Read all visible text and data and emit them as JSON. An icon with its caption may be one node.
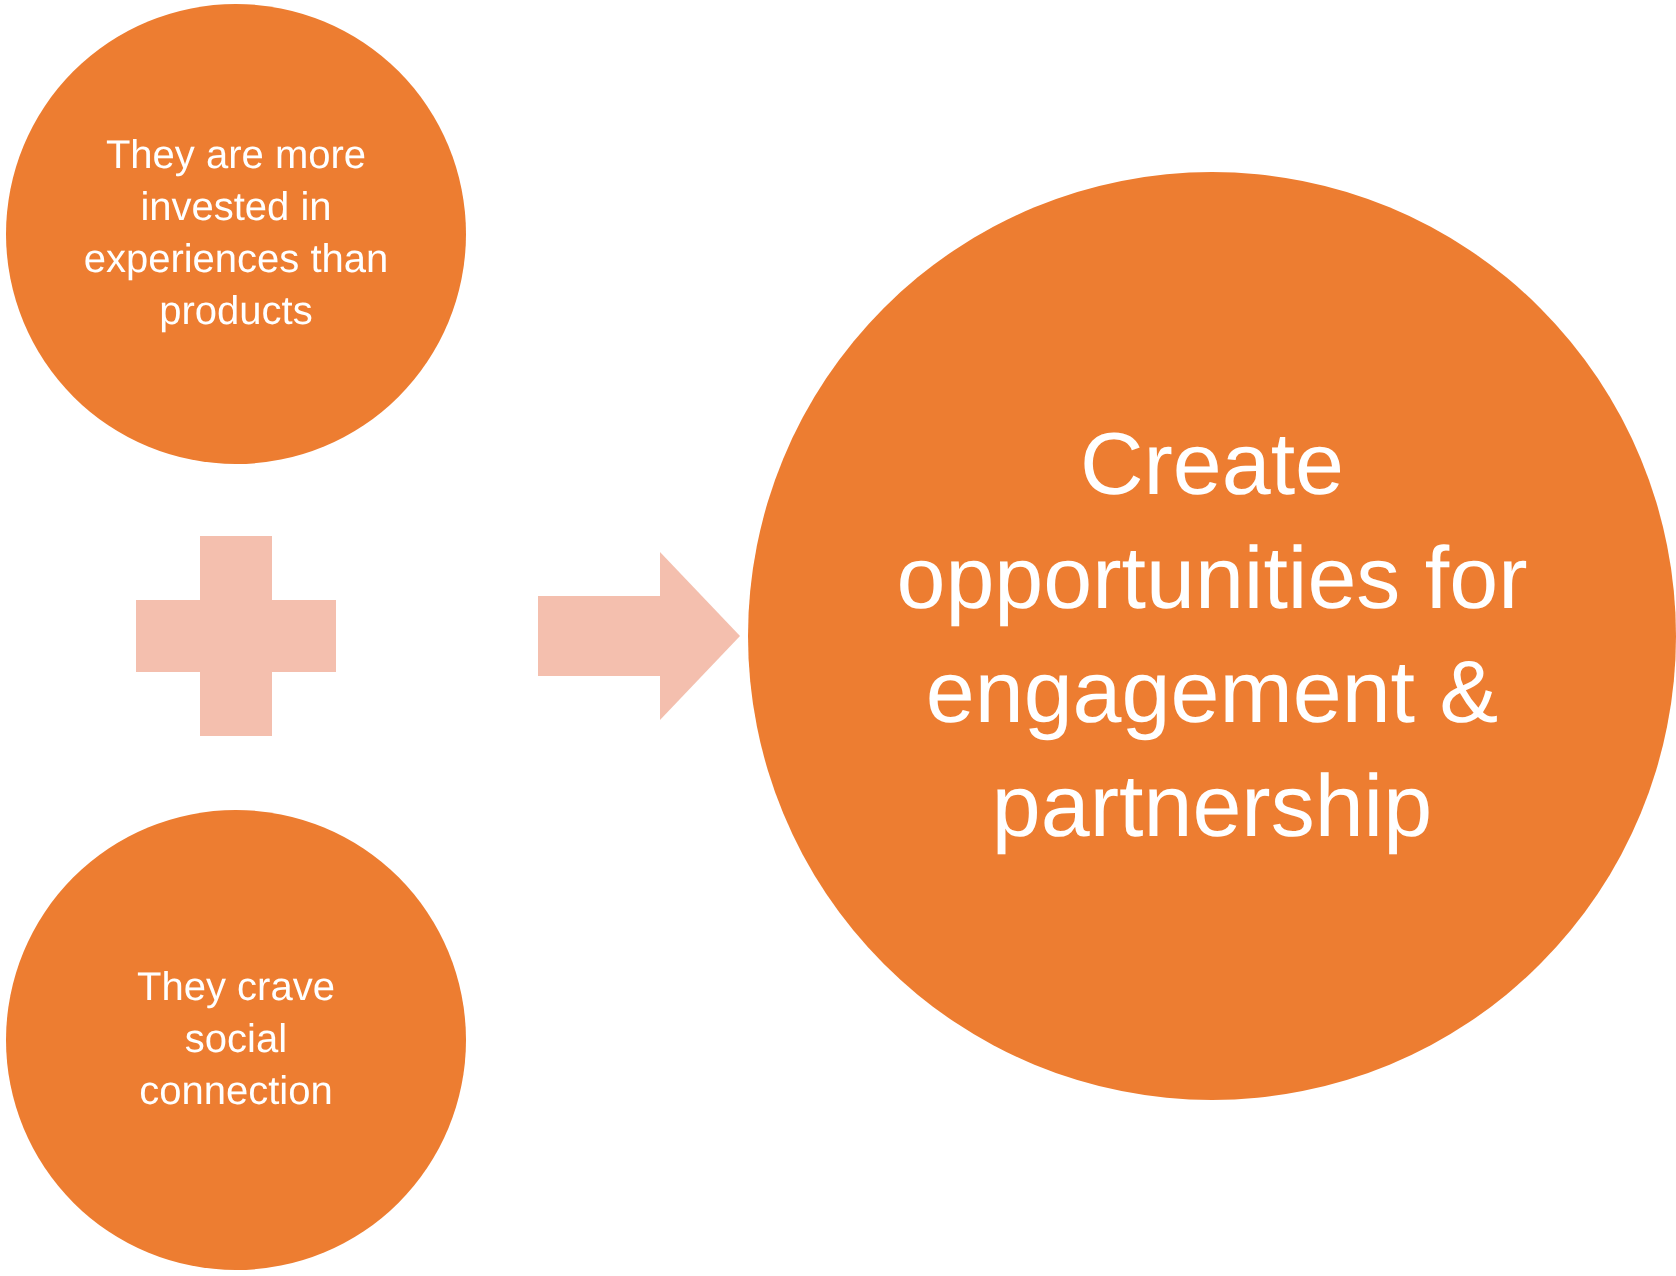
{
  "diagram": {
    "nodes": [
      {
        "text": [
          "They are more invested in experiences than products"
        ]
      },
      {
        "text": [
          "They crave social connection"
        ]
      },
      {
        "text": [
          "Create opportunities for engagement & partnership"
        ]
      }
    ],
    "edges": [
      {
        "from": null,
        "to": 2,
        "arrow": "to"
      }
    ]
  }
}
